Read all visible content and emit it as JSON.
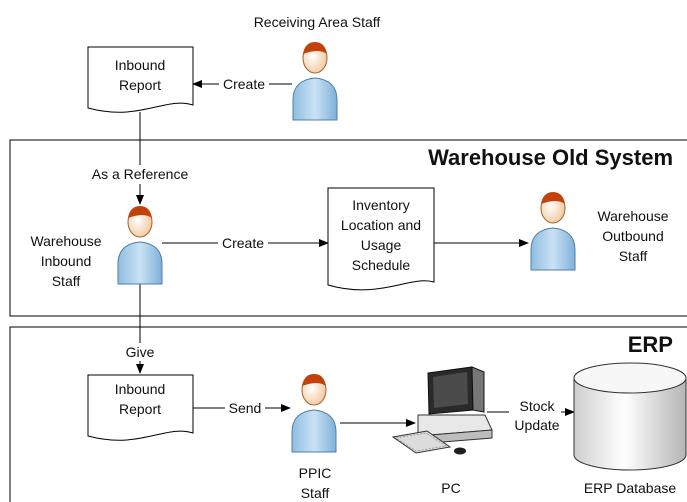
{
  "actors": {
    "receiving": "Receiving Area Staff",
    "inbound_l1": "Warehouse",
    "inbound_l2": "Inbound",
    "inbound_l3": "Staff",
    "outbound_l1": "Warehouse",
    "outbound_l2": "Outbound",
    "outbound_l3": "Staff",
    "ppic_l1": "PPIC",
    "ppic_l2": "Staff"
  },
  "documents": {
    "report_top_l1": "Inbound",
    "report_top_l2": "Report",
    "schedule_l1": "Inventory",
    "schedule_l2": "Location and",
    "schedule_l3": "Usage",
    "schedule_l4": "Schedule",
    "report_bottom_l1": "Inbound",
    "report_bottom_l2": "Report"
  },
  "systems": {
    "old_system": "Warehouse Old System",
    "erp": "ERP"
  },
  "equipment": {
    "pc": "PC",
    "database": "ERP Database"
  },
  "edges": {
    "create_top": "Create",
    "as_reference": "As a Reference",
    "create_middle": "Create",
    "give": "Give",
    "send": "Send",
    "stock_l1": "Stock",
    "stock_l2": "Update"
  },
  "colors": {
    "person_fill": "#a9cde9",
    "head_fill": "#f6d7b8",
    "hair_fill": "#c2410c",
    "monitor_dark": "#1f1f1f"
  }
}
